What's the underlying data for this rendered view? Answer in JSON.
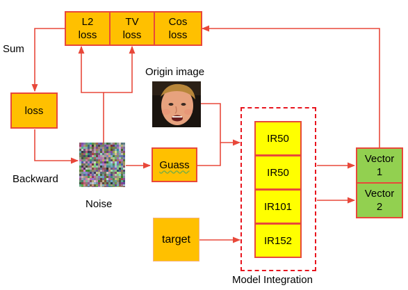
{
  "top_losses": [
    {
      "label": "L2\nloss"
    },
    {
      "label": "TV\nloss"
    },
    {
      "label": "Cos\nloss"
    }
  ],
  "labels": {
    "sum": "Sum",
    "backward": "Backward",
    "noise": "Noise",
    "origin_image": "Origin image",
    "model_integration": "Model Integration"
  },
  "boxes": {
    "loss": "loss",
    "guass": "Guass",
    "target": "target"
  },
  "models": [
    {
      "label": "IR50"
    },
    {
      "label": "IR50"
    },
    {
      "label": "IR101"
    },
    {
      "label": "IR152"
    }
  ],
  "vectors": [
    {
      "label": "Vector\n1"
    },
    {
      "label": "Vector\n2"
    }
  ],
  "colors": {
    "arrow": "#E8483A",
    "orange": "#FFC000",
    "yellow": "#FFFF00",
    "green": "#92D050",
    "dashed_border": "#E8141E"
  }
}
